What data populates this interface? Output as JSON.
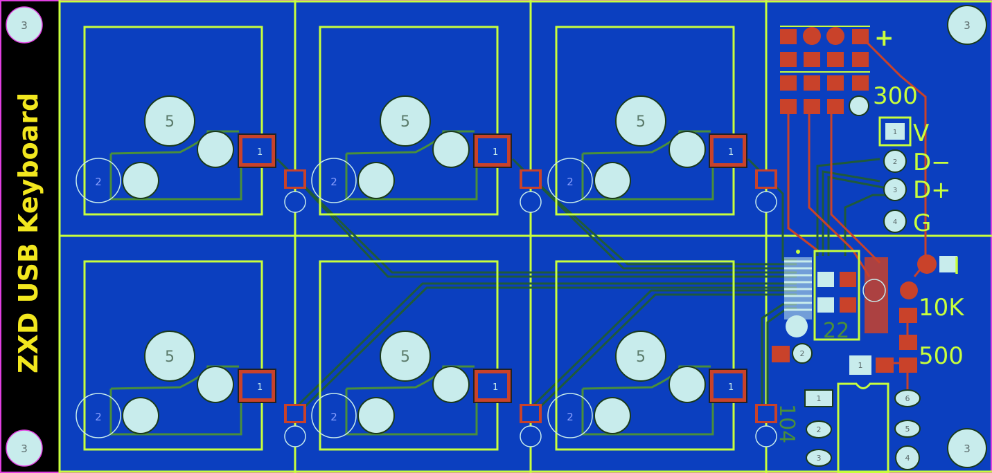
{
  "board": {
    "title": "ZXD USB Keyboard",
    "colors": {
      "copper": "#0b3fbf",
      "silk": "#c8ff3c",
      "pad": "#c8ecec",
      "trace_red": "#c9422a",
      "trace_green": "#1f5a3a",
      "side": "#000000",
      "border": "#e040e0"
    }
  },
  "mounting_holes": {
    "label": "3"
  },
  "switch_labels": {
    "center": "5",
    "left": "2",
    "diode": "1"
  },
  "components": {
    "pads_header": [
      "1",
      "2",
      "3",
      "4"
    ],
    "resistor_300": "300",
    "resistor_10k": "10K",
    "resistor_500": "500",
    "cap_104": "104",
    "cap_22": "22",
    "usb_pins": [
      "V",
      "D−",
      "D+",
      "G"
    ],
    "plus_sign": "+",
    "pin_i": "I",
    "dip_pins_right": [
      "6",
      "5",
      "4"
    ],
    "dip_pins_left": [
      "1",
      "2",
      "3"
    ],
    "pad_1": "1",
    "pad_2": "2"
  }
}
